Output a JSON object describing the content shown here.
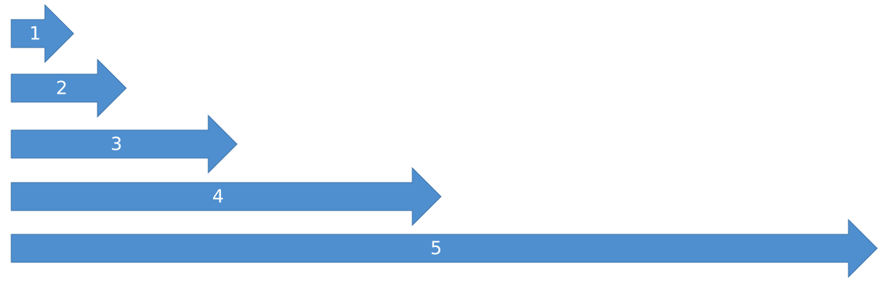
{
  "diagram": {
    "fill_color": "#4f8fcf",
    "stroke_color": "#3a6fa5",
    "arrows": [
      {
        "label": "1"
      },
      {
        "label": "2"
      },
      {
        "label": "3"
      },
      {
        "label": "4"
      },
      {
        "label": "5"
      }
    ]
  }
}
